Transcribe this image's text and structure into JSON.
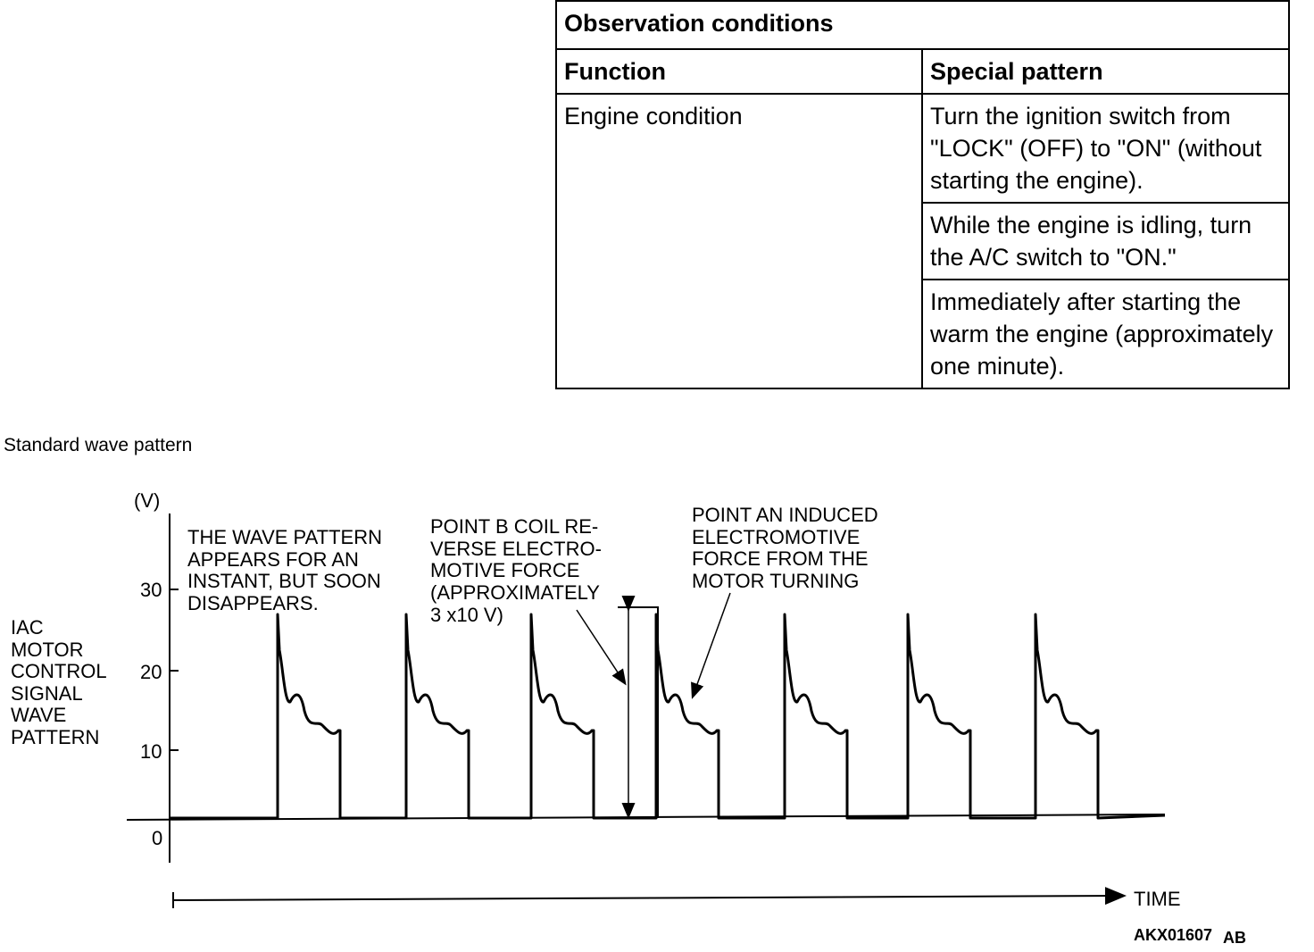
{
  "table": {
    "title": "Observation conditions",
    "headers": [
      "Function",
      "Special pattern"
    ],
    "function_value": "Engine condition",
    "patterns": [
      "Turn the ignition switch from \"LOCK\" (OFF) to \"ON\" (without starting the engine).",
      "While the engine is idling, turn the A/C switch to \"ON.\"",
      "Immediately after starting the warm the engine (approximately one minute)."
    ]
  },
  "diagram": {
    "title": "Standard wave pattern",
    "y_unit": "(V)",
    "y_ticks": [
      "30",
      "20",
      "10",
      "0"
    ],
    "y_label": [
      "IAC",
      "MOTOR",
      "CONTROL",
      "SIGNAL",
      "WAVE",
      "PATTERN"
    ],
    "x_label": "TIME",
    "note_instant": [
      "THE WAVE PATTERN",
      "APPEARS FOR AN",
      "INSTANT, BUT SOON",
      "DISAPPEARS."
    ],
    "note_point_b": [
      "POINT B COIL RE-",
      "VERSE ELECTRO-",
      "MOTIVE FORCE",
      "(APPROXIMATELY",
      "3 x10 V)"
    ],
    "note_point_a": [
      "POINT AN INDUCED",
      "ELECTROMOTIVE",
      "FORCE FROM THE",
      "MOTOR TURNING"
    ],
    "figure_code": "AKX01607",
    "figure_suffix": "AB"
  }
}
